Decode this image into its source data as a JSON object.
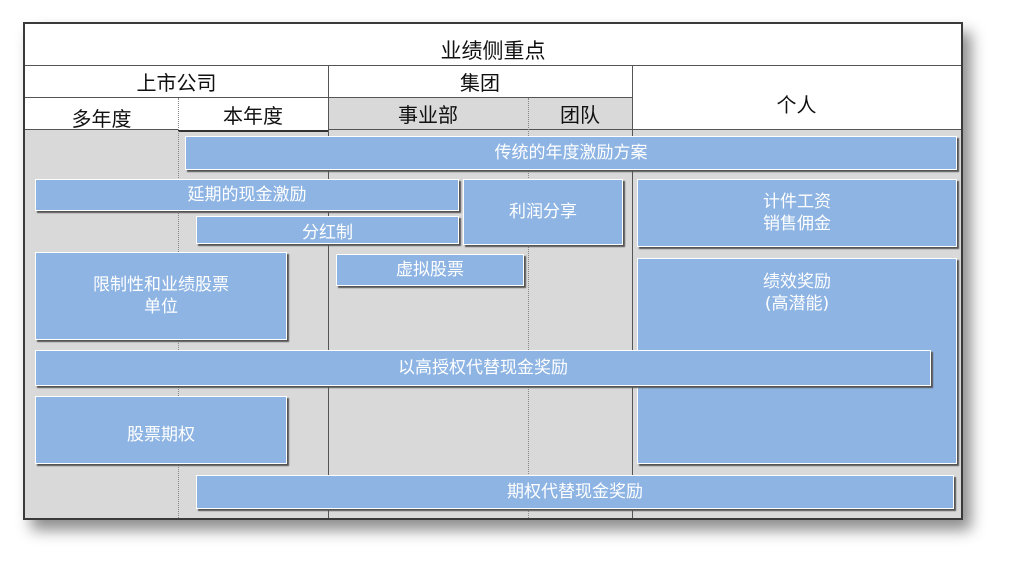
{
  "title": "业绩侧重点",
  "groups": {
    "listed_company": "上市公司",
    "group": "集团",
    "individual": "个人"
  },
  "subcols": {
    "multi_year": "多年度",
    "this_year": "本年度",
    "business_unit": "事业部",
    "team": "团队"
  },
  "plans": {
    "traditional_annual": "传统的年度激励方案",
    "deferred_cash": "延期的现金激励",
    "profit_sharing": "利润分享",
    "piecework_line1": "计件工资",
    "piecework_line2": "销售佣金",
    "dividend": "分红制",
    "virtual_stock": "虚拟股票",
    "restricted_line1": "限制性和业绩股票",
    "restricted_line2": "单位",
    "performance_line1": "绩效奖励",
    "performance_line2": "(高潜能)",
    "high_grant_options": "以高授权代替现金奖励",
    "stock_options": "股票期权",
    "options_instead_cash": "期权代替现金奖励"
  },
  "colors": {
    "box_fill": "#8eb4e3",
    "background": "#d9d9d9",
    "header": "#ffffff"
  }
}
